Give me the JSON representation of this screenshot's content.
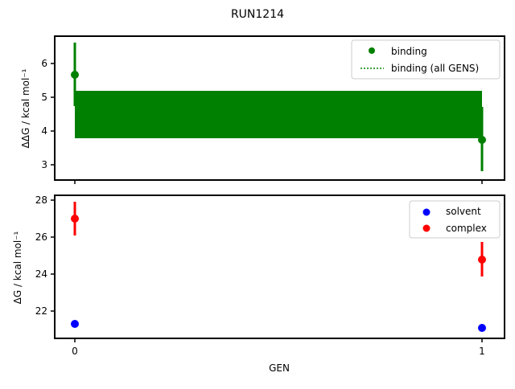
{
  "figure": {
    "suptitle": "RUN1214",
    "xlabel": "GEN"
  },
  "colors": {
    "binding": "#008000",
    "solvent": "#0000ff",
    "complex": "#ff0000"
  },
  "chart_data": [
    {
      "type": "scatter",
      "title": "",
      "xlabel": "",
      "ylabel": "ΔΔG / kcal mol⁻¹",
      "xlim": [
        -0.05,
        1.05
      ],
      "ylim": [
        2.55,
        6.81
      ],
      "xticks": [
        0,
        1
      ],
      "yticks": [
        3,
        4,
        5,
        6
      ],
      "grid": false,
      "legend_position": "upper right",
      "legend": [
        "binding",
        "binding (all GENS)"
      ],
      "series": [
        {
          "name": "binding",
          "x": [
            0,
            1
          ],
          "y": [
            5.67,
            3.73
          ],
          "yerr": [
            0.93,
            0.95
          ],
          "marker": "o"
        },
        {
          "name": "binding (all GENS)",
          "style": "dotted",
          "band": {
            "x": [
              0,
              1
            ],
            "low": 3.78,
            "high": 5.17
          }
        }
      ]
    },
    {
      "type": "scatter",
      "title": "",
      "xlabel": "GEN",
      "ylabel": "ΔG / kcal mol⁻¹",
      "xlim": [
        -0.05,
        1.05
      ],
      "ylim": [
        20.52,
        28.26
      ],
      "xticks": [
        0,
        1
      ],
      "yticks": [
        22,
        24,
        26,
        28
      ],
      "grid": false,
      "legend_position": "upper right",
      "legend": [
        "solvent",
        "complex"
      ],
      "series": [
        {
          "name": "solvent",
          "x": [
            0,
            1
          ],
          "y": [
            21.3,
            21.1
          ],
          "yerr": [
            0.05,
            0.05
          ]
        },
        {
          "name": "complex",
          "x": [
            0,
            1
          ],
          "y": [
            26.97,
            24.78
          ],
          "yerr": [
            0.9,
            0.95
          ]
        }
      ]
    }
  ],
  "ticks": {
    "top_y": [
      "3",
      "4",
      "5",
      "6"
    ],
    "bottom_y": [
      "22",
      "24",
      "26",
      "28"
    ],
    "x": [
      "0",
      "1"
    ]
  }
}
